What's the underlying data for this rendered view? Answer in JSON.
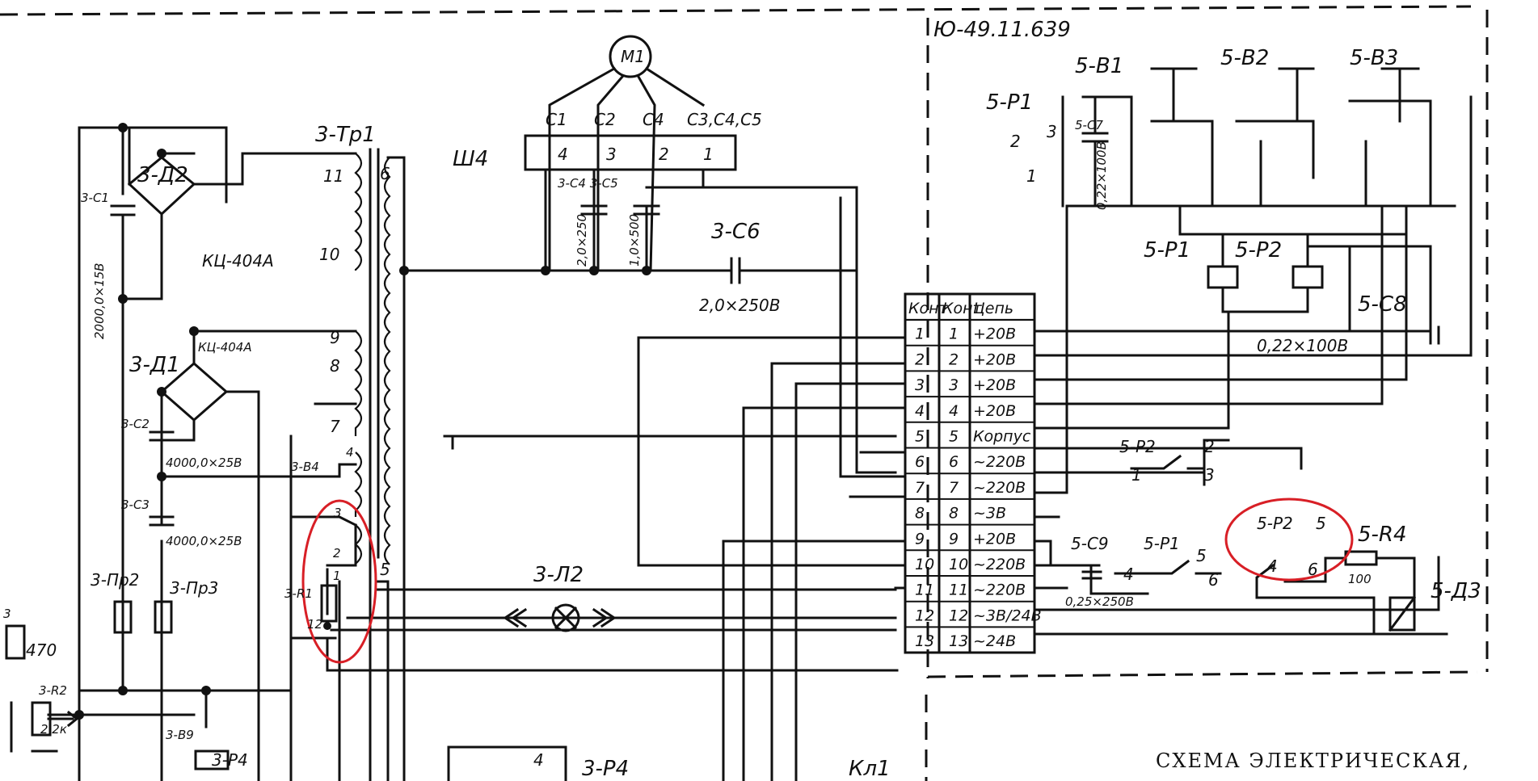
{
  "doc_number": "Ю-49.11.639",
  "caption": "СХЕМА ЭЛЕКТРИЧЕСКАЯ,",
  "connector": {
    "name": "Ш4",
    "pins": [
      "4",
      "3",
      "2",
      "1"
    ]
  },
  "motor": "М1",
  "cap_labels": [
    "C1",
    "C2",
    "C4",
    "C3,C4,C5"
  ],
  "labels": {
    "tr1": "3-Тр1",
    "d2": "3-Д2",
    "d2_type": "КЦ-404А",
    "d1": "3-Д1",
    "d1_type": "КЦ-404А",
    "c1": "3-С1",
    "c1_val": "2000,0×15В",
    "c2": "3-С2",
    "c2c3_val": "4000,0×25В",
    "c3": "3-С3",
    "c3_val": "4000,0×25В",
    "c4c5": "3-С4 3-С5",
    "c4_val": "2,0×250",
    "c5_val": "1,0×500",
    "c6": "3-С6",
    "c6_val": "2,0×250В",
    "l2": "3-Л2",
    "pr2": "3-Пр2",
    "pr3": "3-Пр3",
    "r1": "3-R1",
    "r2": "3-R2",
    "r2_val": "2,2к",
    "r3": "3",
    "r3_val": "470",
    "b4": "3-В4",
    "b9": "3-В9",
    "p4a": "3-Р4",
    "p4b": "3-Р4",
    "kl1": "Кл1",
    "tw_11": "11",
    "tw_10": "10",
    "tw_6": "6",
    "tw_9": "9",
    "tw_8": "8",
    "tw_7": "7",
    "tw_4": "4",
    "tw_3": "3",
    "tw_2": "2",
    "tw_1": "1",
    "tw_12": "12",
    "tw_5": "5",
    "p4_pin": "4",
    "b1": "5-В1",
    "b2": "5-В2",
    "b3": "5-В3",
    "p1": "5-Р1",
    "p1_n2": "2",
    "p1_n3": "3",
    "p1_n1": "1",
    "c7": "5-С7",
    "c7_val": "0,22×100В",
    "rel_p1": "5-Р1",
    "rel_p2": "5-Р2",
    "c8": "5-С8",
    "c8_val": "0,22×100В",
    "p2c": "5-Р2",
    "p2c_n2": "2",
    "p2c_n1": "1",
    "p2c_n3": "3",
    "c9": "5-С9",
    "p1c": "5-Р1",
    "p1c_n5": "5",
    "p1c_n4": "4",
    "p1c_n6": "6",
    "c9_val": "0,25×250В",
    "p2r": "5-Р2",
    "p2r_n5": "5",
    "p2r_n4": "4",
    "p2r_n6": "6",
    "r4": "5-R4",
    "r4_val": "100",
    "d3": "5-Д3"
  },
  "table": {
    "headers": [
      "Конт",
      "Конт",
      "Цепь"
    ],
    "rows": [
      [
        "1",
        "1",
        "+20В"
      ],
      [
        "2",
        "2",
        "+20В"
      ],
      [
        "3",
        "3",
        "+20В"
      ],
      [
        "4",
        "4",
        "+20В"
      ],
      [
        "5",
        "5",
        "Корпус"
      ],
      [
        "6",
        "6",
        "~220В"
      ],
      [
        "7",
        "7",
        "~220В"
      ],
      [
        "8",
        "8",
        "~3В"
      ],
      [
        "9",
        "9",
        "+20В"
      ],
      [
        "10",
        "10",
        "~220В"
      ],
      [
        "11",
        "11",
        "~220В"
      ],
      [
        "12",
        "12",
        "~3В/24В"
      ],
      [
        "13",
        "13",
        "~24В"
      ]
    ]
  }
}
